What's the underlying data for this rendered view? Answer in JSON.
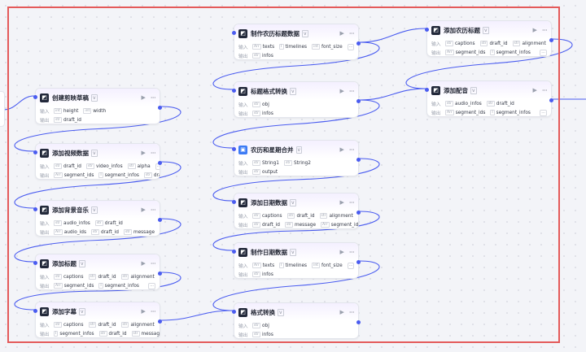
{
  "labels": {
    "input": "输入",
    "output": "输出"
  },
  "icons": {
    "run": "play-icon",
    "more": "more-icon",
    "node": "node-icon",
    "badge": "version-badge-icon"
  },
  "colors": {
    "wire": "#4a5cf0",
    "selection": "#e45a5a",
    "canvas": "#f3f4f8"
  },
  "nodes": [
    {
      "id": "create_draft",
      "title": "创建剪映草稿",
      "inputs": [
        {
          "t": "int",
          "n": "height"
        },
        {
          "t": "int",
          "n": "width"
        }
      ],
      "outputs": [
        {
          "t": "str",
          "n": "draft_id"
        }
      ]
    },
    {
      "id": "add_video_data",
      "title": "添加视频数据",
      "inputs": [
        {
          "t": "str",
          "n": "draft_id"
        },
        {
          "t": "str",
          "n": "video_infos"
        },
        {
          "t": "str",
          "n": "alpha"
        }
      ],
      "inputs_more": true,
      "outputs": [
        {
          "t": "Arr",
          "n": "segment_ids"
        },
        {
          "t": "I",
          "n": "segment_infos"
        },
        {
          "t": "str",
          "n": "draft_id"
        }
      ]
    },
    {
      "id": "add_bg_music",
      "title": "添加背景音乐",
      "inputs": [
        {
          "t": "str",
          "n": "audio_infos"
        },
        {
          "t": "str",
          "n": "draft_id"
        }
      ],
      "outputs": [
        {
          "t": "Arr",
          "n": "audio_ids"
        },
        {
          "t": "str",
          "n": "draft_id"
        },
        {
          "t": "str",
          "n": "message"
        }
      ]
    },
    {
      "id": "add_title",
      "title": "添加标题",
      "inputs": [
        {
          "t": "str",
          "n": "captions"
        },
        {
          "t": "str",
          "n": "draft_id"
        },
        {
          "t": "str",
          "n": "alignment"
        }
      ],
      "inputs_more": true,
      "outputs": [
        {
          "t": "Arr",
          "n": "segment_ids"
        },
        {
          "t": "I",
          "n": "segment_infos"
        }
      ],
      "outputs_more": true
    },
    {
      "id": "add_subtitle",
      "title": "添加字幕",
      "inputs": [
        {
          "t": "str",
          "n": "captions"
        },
        {
          "t": "str",
          "n": "draft_id"
        },
        {
          "t": "str",
          "n": "alignment"
        }
      ],
      "inputs_more": true,
      "outputs": [
        {
          "t": "I",
          "n": "segment_infos"
        },
        {
          "t": "str",
          "n": "draft_id"
        },
        {
          "t": "str",
          "n": "message"
        }
      ]
    },
    {
      "id": "make_lunar_title_data",
      "title": "制作农历标题数据",
      "inputs": [
        {
          "t": "Arr",
          "n": "texts"
        },
        {
          "t": "I",
          "n": "timelines"
        },
        {
          "t": "int",
          "n": "font_size"
        }
      ],
      "inputs_more": true,
      "outputs": [
        {
          "t": "str",
          "n": "infos"
        }
      ]
    },
    {
      "id": "title_format_convert",
      "title": "标题格式转换",
      "inputs": [
        {
          "t": "str",
          "n": "obj"
        }
      ],
      "outputs": [
        {
          "t": "str",
          "n": "infos"
        }
      ]
    },
    {
      "id": "lunar_week_merge",
      "title": "农历和星期合并",
      "inputs": [
        {
          "t": "str",
          "n": "String1"
        },
        {
          "t": "str",
          "n": "String2"
        }
      ],
      "outputs": [
        {
          "t": "str",
          "n": "output"
        }
      ]
    },
    {
      "id": "add_date_data",
      "title": "添加日期数据",
      "inputs": [
        {
          "t": "str",
          "n": "captions"
        },
        {
          "t": "str",
          "n": "draft_id"
        },
        {
          "t": "str",
          "n": "alignment"
        }
      ],
      "inputs_more": true,
      "outputs": [
        {
          "t": "str",
          "n": "draft_id"
        },
        {
          "t": "str",
          "n": "message"
        },
        {
          "t": "Arr",
          "n": "segment_ids"
        }
      ],
      "outputs_more": true
    },
    {
      "id": "make_date_data",
      "title": "制作日期数据",
      "inputs": [
        {
          "t": "Arr",
          "n": "texts"
        },
        {
          "t": "I",
          "n": "timelines"
        },
        {
          "t": "int",
          "n": "font_size"
        }
      ],
      "inputs_more": true,
      "outputs": [
        {
          "t": "str",
          "n": "infos"
        }
      ]
    },
    {
      "id": "format_convert",
      "title": "格式转换",
      "inputs": [
        {
          "t": "str",
          "n": "obj"
        }
      ],
      "outputs": [
        {
          "t": "str",
          "n": "infos"
        }
      ]
    },
    {
      "id": "add_lunar_title",
      "title": "添加农历标题",
      "inputs": [
        {
          "t": "str",
          "n": "captions"
        },
        {
          "t": "str",
          "n": "draft_id"
        },
        {
          "t": "str",
          "n": "alignment"
        }
      ],
      "inputs_more": true,
      "outputs": [
        {
          "t": "Arr",
          "n": "segment_ids"
        },
        {
          "t": "I",
          "n": "segment_infos"
        }
      ],
      "outputs_more": true
    },
    {
      "id": "add_dubbing",
      "title": "添加配音",
      "inputs": [
        {
          "t": "str",
          "n": "audio_infos"
        },
        {
          "t": "str",
          "n": "draft_id"
        }
      ],
      "outputs": [
        {
          "t": "Arr",
          "n": "segment_ids"
        },
        {
          "t": "I",
          "n": "segment_infos"
        }
      ],
      "outputs_more": true
    }
  ]
}
